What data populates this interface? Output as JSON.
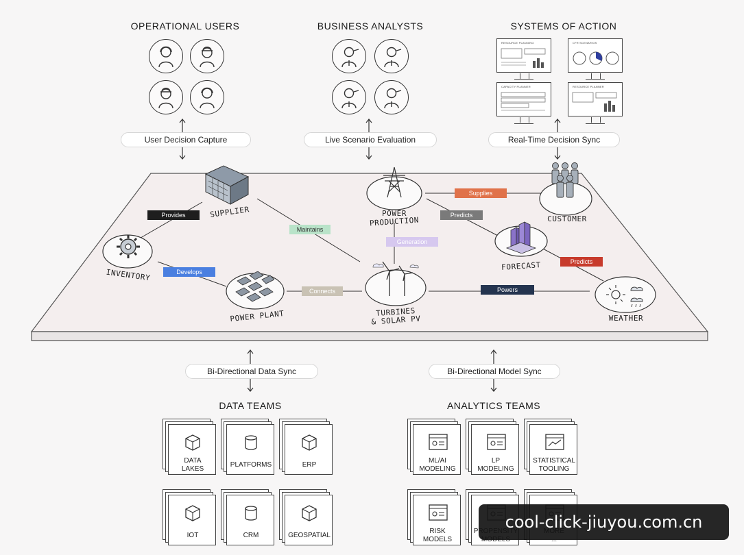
{
  "sections": {
    "operational_users": "OPERATIONAL USERS",
    "business_analysts": "BUSINESS ANALYSTS",
    "systems_of_action": "SYSTEMS OF ACTION",
    "data_teams": "DATA TEAMS",
    "analytics_teams": "ANALYTICS TEAMS"
  },
  "pills": {
    "user_decision_capture": "User Decision Capture",
    "live_scenario_evaluation": "Live Scenario Evaluation",
    "real_time_decision_sync": "Real-Time Decision Sync",
    "bi_directional_data_sync": "Bi-Directional Data Sync",
    "bi_directional_model_sync": "Bi-Directional Model Sync"
  },
  "monitors": [
    {
      "title": "RESOURCE PLANNING"
    },
    {
      "title": "CFR SCENARIOS"
    },
    {
      "title": "CAPACITY PLANNER"
    },
    {
      "title": "RESOURCE PLANNER"
    }
  ],
  "nodes": {
    "supplier": "SUPPLIER",
    "inventory": "INVENTORY",
    "power_plant": "POWER PLANT",
    "power_production_1": "POWER",
    "power_production_2": "PRODUCTION",
    "turbines_1": "TURBINES",
    "turbines_2": "& SOLAR PV",
    "customer": "CUSTOMER",
    "forecast": "FORECAST",
    "weather": "WEATHER"
  },
  "edges": {
    "provides": {
      "text": "Provides",
      "color": "#1e1e1e"
    },
    "maintains": {
      "text": "Maintains",
      "color": "#b9e3c9"
    },
    "develops": {
      "text": "Develops",
      "color": "#4a7fe0"
    },
    "connects": {
      "text": "Connects",
      "color": "#c9c2b4"
    },
    "generation": {
      "text": "Generation",
      "color": "#d6c8ef"
    },
    "supplies": {
      "text": "Supplies",
      "color": "#e0724a"
    },
    "predicts_gray": {
      "text": "Predicts",
      "color": "#7a7a7a"
    },
    "predicts_red": {
      "text": "Predicts",
      "color": "#c73b2c"
    },
    "powers": {
      "text": "Powers",
      "color": "#24344f"
    }
  },
  "data_cards": [
    {
      "l1": "DATA",
      "l2": "LAKES",
      "icon": "hexagon-icon"
    },
    {
      "l1": "PLATFORMS",
      "l2": "",
      "icon": "cylinder-icon"
    },
    {
      "l1": "ERP",
      "l2": "",
      "icon": "cube-icon"
    },
    {
      "l1": "IOT",
      "l2": "",
      "icon": "hexagon-icon"
    },
    {
      "l1": "CRM",
      "l2": "",
      "icon": "cylinder-icon"
    },
    {
      "l1": "GEOSPATIAL",
      "l2": "",
      "icon": "cube-icon"
    }
  ],
  "analytics_cards": [
    {
      "l1": "ML/AI",
      "l2": "MODELING",
      "icon": "window-icon"
    },
    {
      "l1": "LP",
      "l2": "MODELING",
      "icon": "window-icon"
    },
    {
      "l1": "STATISTICAL",
      "l2": "TOOLING",
      "icon": "chart-window-icon"
    },
    {
      "l1": "RISK",
      "l2": "MODELS",
      "icon": "window-icon"
    },
    {
      "l1": "PROPENSITY",
      "l2": "MODELS",
      "icon": "window-icon"
    },
    {
      "l1": "MORE",
      "l2": "...",
      "icon": "window-icon"
    }
  ],
  "watermark": "cool-click-jiuyou.com.cn"
}
